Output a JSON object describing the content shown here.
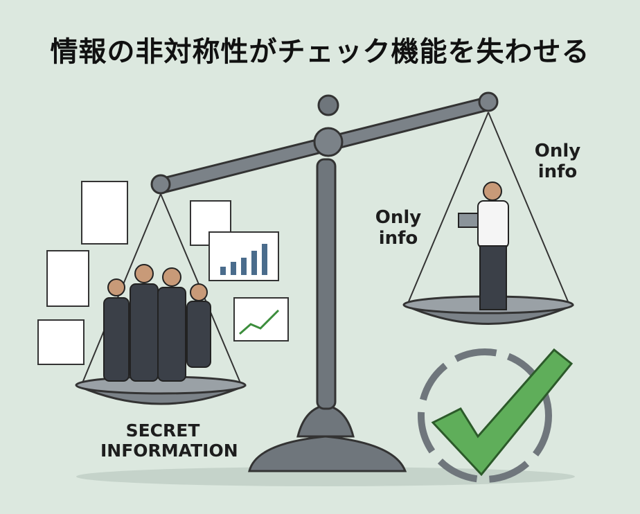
{
  "title": "情報の非対称性がチェック機能を失わせる",
  "labels": {
    "secret_line1": "SECRET",
    "secret_line2": "INFORMATION",
    "only_info_a_line1": "Only",
    "only_info_a_line2": "info",
    "only_info_b_line1": "Only",
    "only_info_b_line2": "info"
  },
  "colors": {
    "background": "#dce8df",
    "scale": "#6f767c",
    "check": "#5fae5a"
  }
}
